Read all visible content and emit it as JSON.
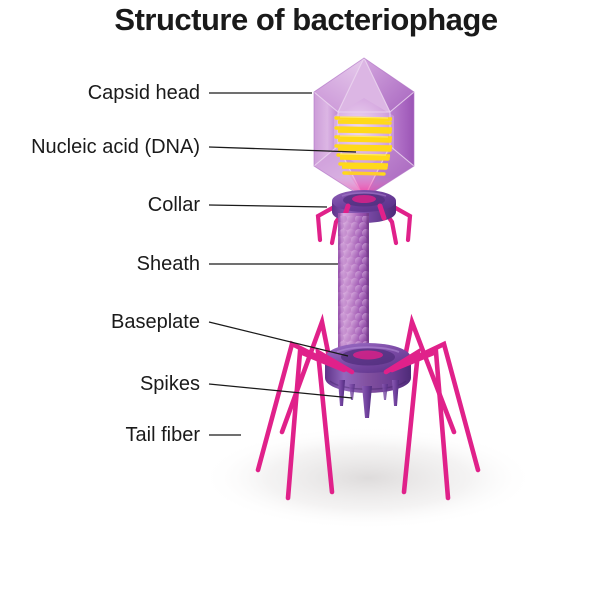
{
  "title": "Structure of bacteriophage",
  "diagram": {
    "subject": "bacteriophage",
    "view": "labeled cross-section illustration",
    "colors": {
      "capsid_light": "#e3c2e8",
      "capsid_mid": "#c68fd4",
      "capsid_dark": "#a760bd",
      "capsid_edge": "#9b59b6",
      "dna_yellow": "#ffd91a",
      "sheath_light": "#d6a3dc",
      "sheath_dark": "#8b4a9e",
      "collar_purple": "#6f3f9e",
      "baseplate_purple": "#7b4ba3",
      "fiber_magenta": "#e0218a",
      "glow_magenta": "#ff1f8f",
      "leader_line": "#1a1a1a",
      "shadow_gray": "#e8e6e6",
      "title_color": "#1a1a1a"
    }
  },
  "labels": [
    {
      "id": "capsid-head",
      "text": "Capsid head"
    },
    {
      "id": "nucleic-acid",
      "text": "Nucleic acid (DNA)"
    },
    {
      "id": "collar",
      "text": "Collar"
    },
    {
      "id": "sheath",
      "text": "Sheath"
    },
    {
      "id": "baseplate",
      "text": "Baseplate"
    },
    {
      "id": "spikes",
      "text": "Spikes"
    },
    {
      "id": "tail-fiber",
      "text": "Tail fiber"
    }
  ]
}
